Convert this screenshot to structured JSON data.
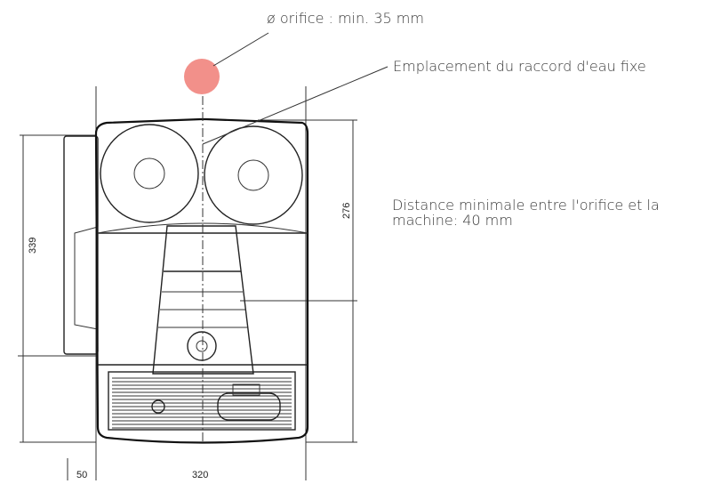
{
  "annotations": {
    "orifice": "ø orifice : min. 35 mm",
    "water_connection": "Emplacement du raccord d'eau fixe",
    "distance_line1": "Distance minimale entre l'orifice et la",
    "distance_line2": "machine: 40 mm"
  },
  "dimensions": {
    "depth": "339",
    "top_height": "276",
    "side_offset": "50",
    "width": "320"
  },
  "colors": {
    "orifice_marker": "#f2908a",
    "line": "#222222"
  }
}
